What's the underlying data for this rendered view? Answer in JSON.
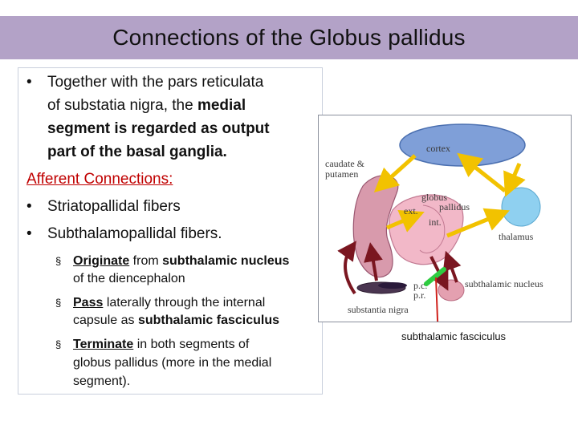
{
  "slide": {
    "title": "Connections of the Globus pallidus",
    "bullets": {
      "b1_line1": "Together with the pars reticulata",
      "b1_line2": "of substatia nigra, the ",
      "b1_line2_bold": "medial",
      "b1_line3": "segment is regarded as output",
      "b1_line4": "part of the basal ganglia.",
      "afferent_heading": "Afferent Connections:",
      "b2": "Striatopallidal fibers",
      "b3": "Subthalamopallidal fibers."
    },
    "subbullets": {
      "s1_u": "Originate",
      "s1_mid": " from ",
      "s1_bold": "subthalamic nucleus",
      "s1_line2": "of the diencephalon",
      "s2_u": "Pass",
      "s2_rest": " laterally through the internal",
      "s2_line2a": "capsule as ",
      "s2_line2b": "subthalamic fasciculus",
      "s3_u": "Terminate",
      "s3_rest": " in both segments of",
      "s3_line2": "globus pallidus (more in the medial",
      "s3_line3": "segment)."
    },
    "bullet_glyph": "•",
    "sub_glyph": "§"
  },
  "diagram": {
    "labels": {
      "cortex": "cortex",
      "caudate": "caudate &",
      "putamen": "putamen",
      "globus": "globus",
      "pallidus": "pallidus",
      "ext": "ext.",
      "int": "int.",
      "thalamus": "thalamus",
      "pc": "p.c.",
      "pr": "p.r.",
      "subthalamic_nucleus": "subthalamic nucleus",
      "substantia_nigra": "substantia nigra"
    },
    "caption": "subthalamic fasciculus",
    "colors": {
      "cortex": "#7f9fd8",
      "thalamus": "#8fd0f0",
      "striatum": "#d89aac",
      "pallidus": "#f2b8c8",
      "arrow_yellow": "#f2c200",
      "arrow_dark": "#7a1620",
      "fasciculus": "#2ecc40",
      "caption_line": "#d0211c"
    }
  }
}
